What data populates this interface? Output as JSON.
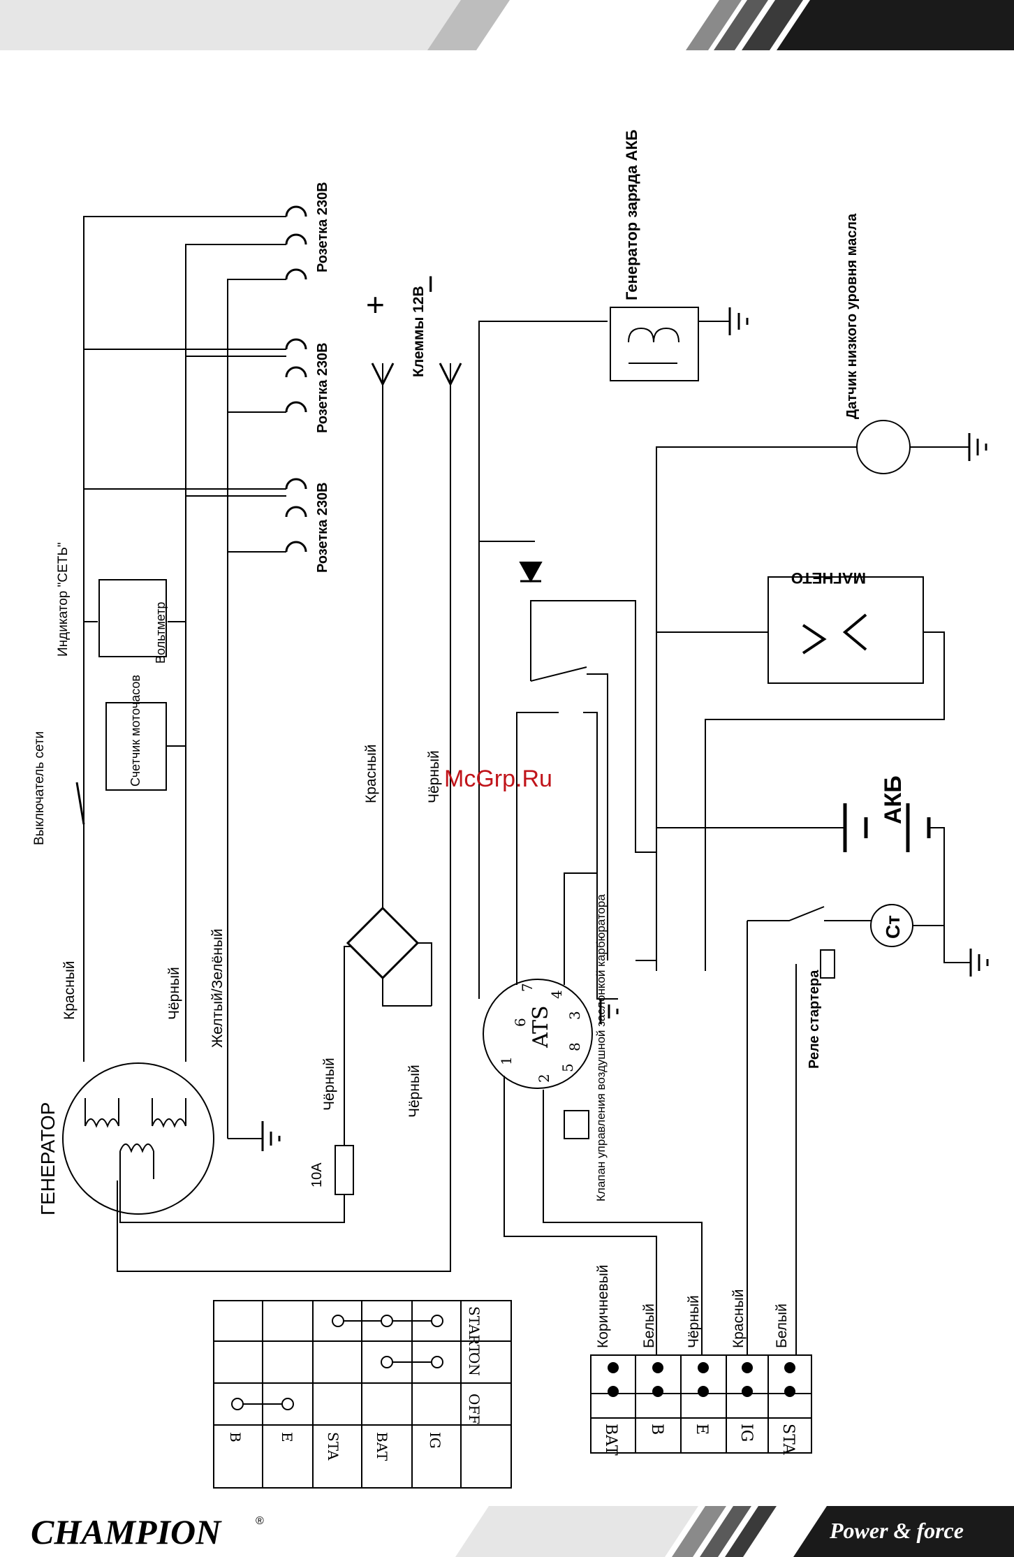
{
  "watermark": "McGrp.Ru",
  "footer": {
    "brand": "CHAMPION",
    "registered": "®",
    "slogan": "Power & force"
  },
  "labels": {
    "generator": "ГЕНЕРАТОР",
    "switch": "Выключатель сети",
    "hour_meter": "Счетчик моточасов",
    "indicator": "Индикатор \"СЕТЬ\"",
    "voltmeter": "Вольтметр",
    "socket_1": "Розетка 230В",
    "socket_2": "Розетка 230В",
    "socket_3": "Розетка 230В",
    "terminals_12v": "Клеммы 12В",
    "plus": "+",
    "minus": "−",
    "charge_generator": "Генератор заряда АКБ",
    "oil_sensor": "Датчик низкого уровня масла",
    "magneto": "МАГНЕТО",
    "battery": "АКБ",
    "starter": "Ст",
    "starter_relay": "Реле стартера",
    "choke_valve": "Клапан управления воздушной заслонкой карбюратора",
    "fuse": "10А",
    "ats": "ATS"
  },
  "wires": {
    "red_1": "Красный",
    "black_1": "Чёрный",
    "yellow_green": "Желтый/Зелёный",
    "red_2": "Красный",
    "black_2": "Чёрный",
    "black_fuse": "Чёрный",
    "black_bridge": "Чёрный"
  },
  "ats_pins": [
    "1",
    "6",
    "7",
    "4",
    "3",
    "8",
    "5",
    "2"
  ],
  "connector": {
    "wires": [
      "Коричневый",
      "Белый",
      "Чёрный",
      "Красный",
      "Белый"
    ],
    "pins": [
      "BAT",
      "B",
      "E",
      "IG",
      "STA"
    ]
  },
  "switch_table": {
    "positions": [
      "START",
      "ON",
      "OFF"
    ],
    "terminals": [
      "B",
      "E",
      "STA",
      "BAT",
      "IG"
    ]
  },
  "colors": {
    "accent": "#c0141a",
    "ink": "#000000",
    "band": "#1a1a1a"
  }
}
